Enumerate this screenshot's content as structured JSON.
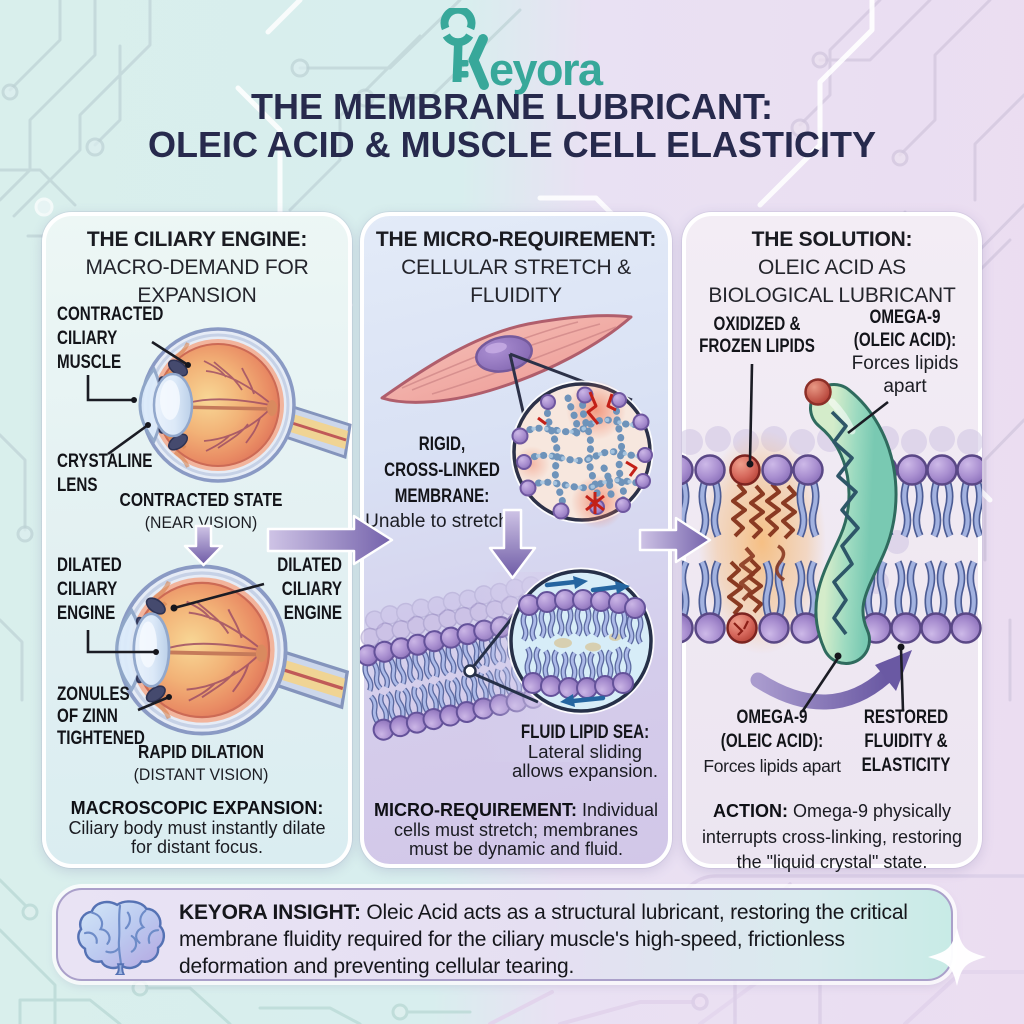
{
  "brand": {
    "logo_text": "Keyora",
    "logo_wordmark_tail": "eyora"
  },
  "header": {
    "title_line1": "THE MEMBRANE LUBRICANT:",
    "title_line2": "OLEIC ACID & MUSCLE CELL ELASTICITY"
  },
  "panels": {
    "left": {
      "title_bold": "THE CILIARY ENGINE:",
      "title_line2": "MACRO-DEMAND FOR",
      "title_line3": "EXPANSION",
      "label_muscle_1": "CONTRACTED",
      "label_muscle_2": "CILIARY",
      "label_muscle_3": "MUSCLE",
      "label_lens_1": "CRYSTALINE",
      "label_lens_2": "LENS",
      "state1_bold": "CONTRACTED STATE",
      "state1_sub": "(NEAR VISION)",
      "label_dilated_left_1": "DILATED",
      "label_dilated_left_2": "CILIARY",
      "label_dilated_left_3": "ENGINE",
      "label_dilated_right_1": "DILATED",
      "label_dilated_right_2": "CILIARY",
      "label_dilated_right_3": "ENGINE",
      "label_zonules_1": "ZONULES",
      "label_zonules_2": "OF ZINN",
      "label_zonules_3": "TIGHTENED",
      "state2_bold": "RAPID DILATION",
      "state2_sub": "(DISTANT VISION)",
      "caption_bold": "MACROSCOPIC EXPANSION:",
      "caption_line2": "Ciliary body must instantly dilate",
      "caption_line3": "for distant focus."
    },
    "middle": {
      "title_bold": "THE MICRO-REQUIREMENT:",
      "title_line2": "CELLULAR STRETCH &",
      "title_line3": "FLUIDITY",
      "label_rigid_1": "RIGID,",
      "label_rigid_2": "CROSS-LINKED",
      "label_rigid_3": "MEMBRANE:",
      "label_rigid_sub": "Unable to stretch",
      "label_fluid_bold": "FLUID LIPID SEA:",
      "label_fluid_2": "Lateral sliding",
      "label_fluid_3": "allows expansion.",
      "caption_bold": "MICRO-REQUIREMENT:",
      "caption_line1_rest": " Individual",
      "caption_line2": "cells must stretch; membranes",
      "caption_line3": "must be dynamic and fluid."
    },
    "right": {
      "title_bold": "THE SOLUTION:",
      "title_line2": "OLEIC ACID AS",
      "title_line3": "BIOLOGICAL LUBRICANT",
      "label_oxidized_1": "OXIDIZED &",
      "label_oxidized_2": "FROZEN LIPIDS",
      "label_omega_top_1": "OMEGA-9",
      "label_omega_top_2": "(OLEIC ACID):",
      "label_omega_top_3": "Forces lipids",
      "label_omega_top_4": "apart",
      "label_omega_bot_1": "OMEGA-9",
      "label_omega_bot_2": "(OLEIC ACID):",
      "label_omega_bot_3": "Forces lipids apart",
      "label_restored_1": "RESTORED",
      "label_restored_2": "FLUIDITY &",
      "label_restored_3": "ELASTICITY",
      "caption_bold": "ACTION:",
      "caption_line1_rest": " Omega-9 physically",
      "caption_line2": "interrupts cross-linking, restoring",
      "caption_line3": "the \"liquid crystal\" state."
    }
  },
  "insight": {
    "bold": "KEYORA INSIGHT:",
    "line1_rest": " Oleic Acid acts as a structural lubricant, restoring the critical",
    "line2": "membrane fluidity required for the ciliary muscle's high-speed, frictionless",
    "line3": "deformation and preventing cellular tearing."
  },
  "colors": {
    "brand_teal": "#35a093",
    "title_navy": "#272a4d",
    "arrow_purple": "#7b68b0",
    "bg_left": "#d9efec",
    "bg_right": "#e9dcf0"
  }
}
